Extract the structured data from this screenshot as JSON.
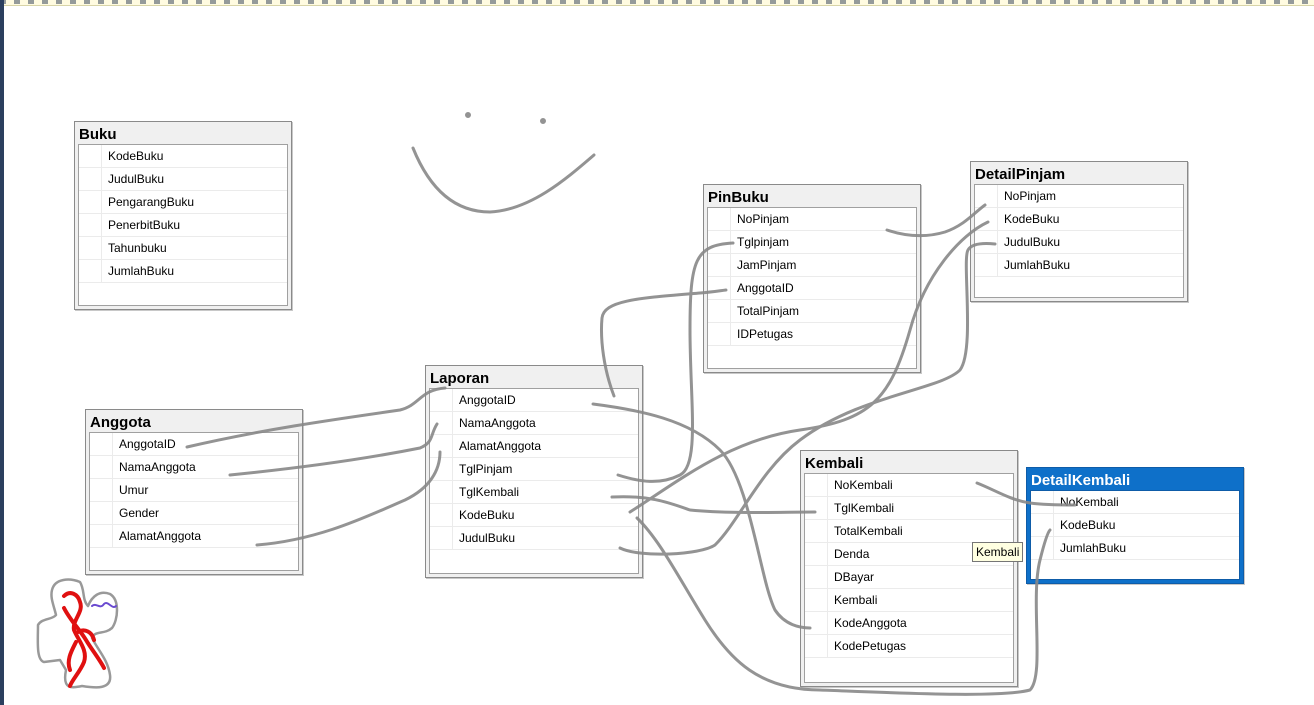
{
  "tables": {
    "buku": {
      "title": "Buku",
      "columns": [
        "KodeBuku",
        "JudulBuku",
        "PengarangBuku",
        "PenerbitBuku",
        "Tahunbuku",
        "JumlahBuku"
      ]
    },
    "anggota": {
      "title": "Anggota",
      "columns": [
        "AnggotaID",
        "NamaAnggota",
        "Umur",
        "Gender",
        "AlamatAnggota"
      ]
    },
    "laporan": {
      "title": "Laporan",
      "columns": [
        "AnggotaID",
        "NamaAnggota",
        "AlamatAnggota",
        "TglPinjam",
        "TglKembali",
        "KodeBuku",
        "JudulBuku"
      ]
    },
    "pinbuku": {
      "title": "PinBuku",
      "columns": [
        "NoPinjam",
        "Tglpinjam",
        "JamPinjam",
        "AnggotaID",
        "TotalPinjam",
        "IDPetugas"
      ]
    },
    "detailpinjam": {
      "title": "DetailPinjam",
      "columns": [
        "NoPinjam",
        "KodeBuku",
        "JudulBuku",
        "JumlahBuku"
      ]
    },
    "kembali": {
      "title": "Kembali",
      "columns": [
        "NoKembali",
        "TglKembali",
        "TotalKembali",
        "Denda",
        "DBayar",
        "Kembali",
        "KodeAnggota",
        "KodePetugas"
      ]
    },
    "detailkembali": {
      "title": "DetailKembali",
      "columns": [
        "NoKembali",
        "KodeBuku",
        "JumlahBuku"
      ]
    }
  },
  "tooltip": {
    "text": "Kembali"
  },
  "colors": {
    "selected_table": "#0e70c9",
    "ink_gray": "#888888",
    "ink_red": "#e01010",
    "ink_purple": "#6a4ad0"
  }
}
